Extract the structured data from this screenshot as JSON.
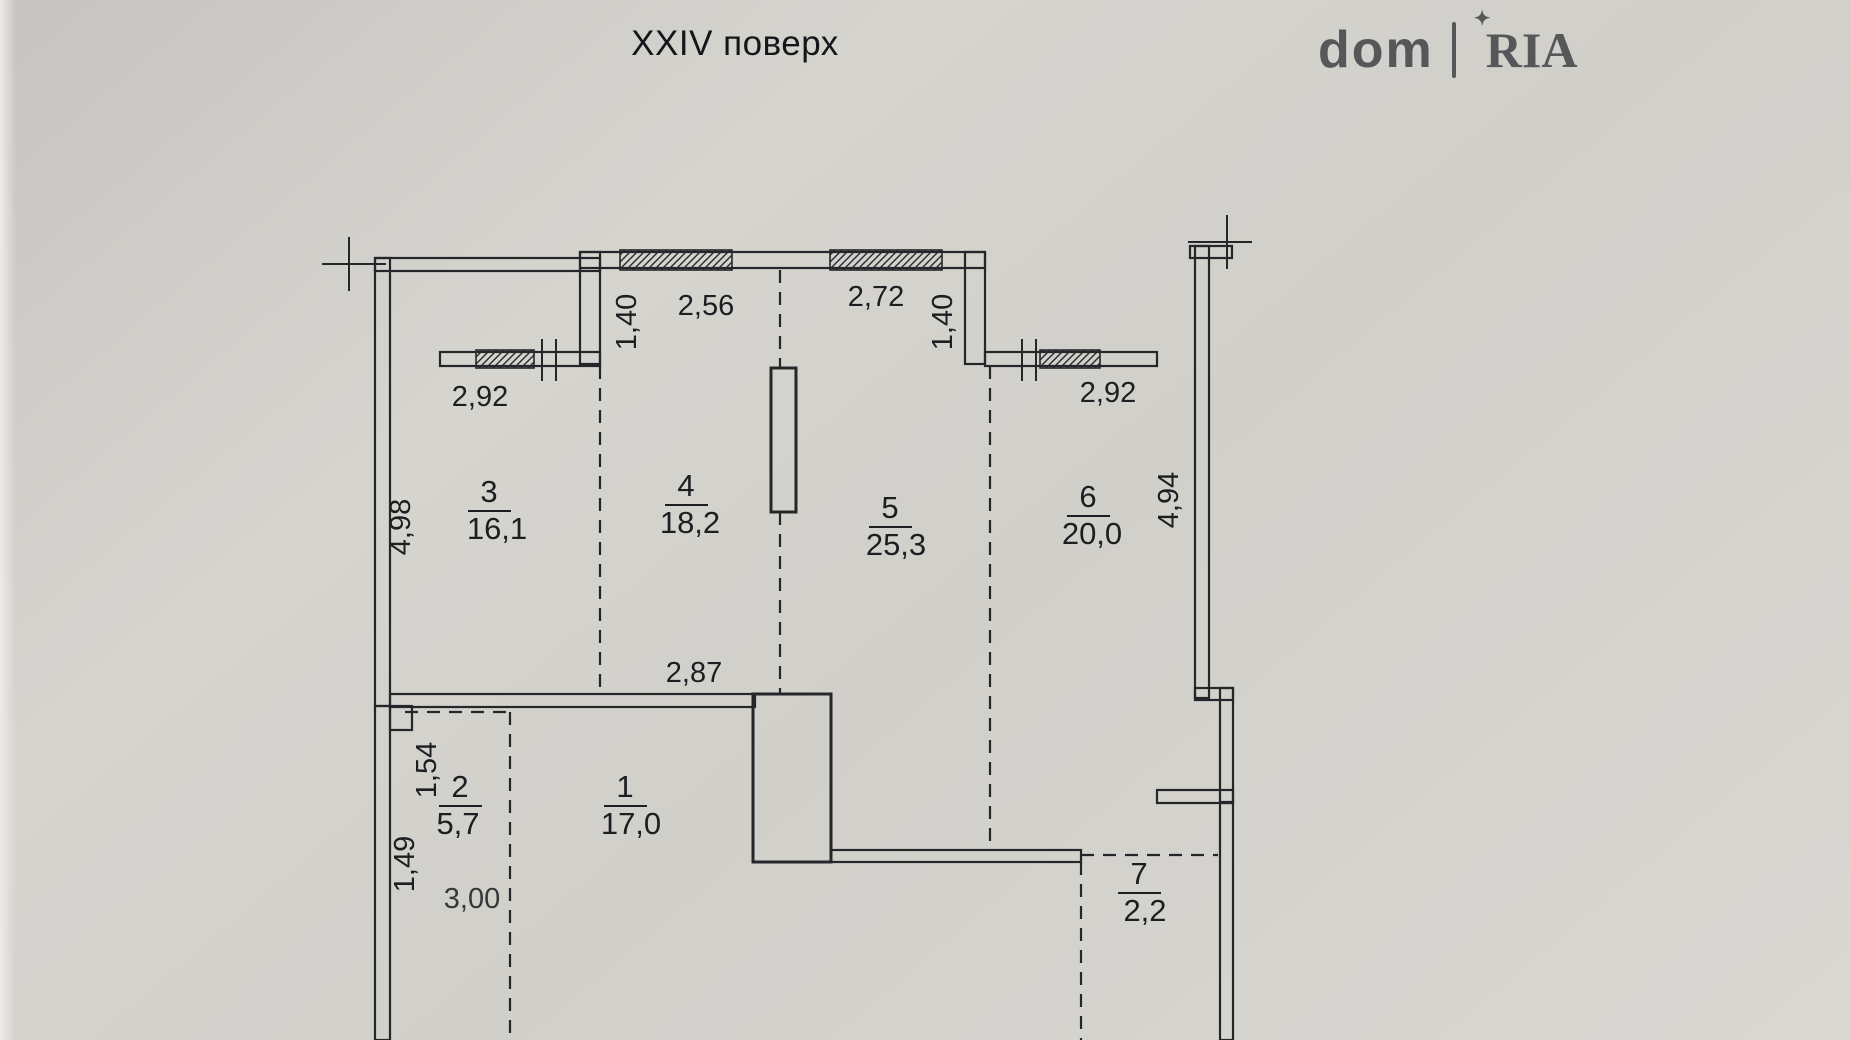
{
  "page": {
    "title": "XXIV поверх"
  },
  "watermark": {
    "dom": "dom",
    "ria": "RIA",
    "star": "✦"
  },
  "plan": {
    "rooms": [
      {
        "number": "3",
        "area": "16,1"
      },
      {
        "number": "4",
        "area": "18,2"
      },
      {
        "number": "5",
        "area": "25,3"
      },
      {
        "number": "6",
        "area": "20,0"
      },
      {
        "number": "2",
        "area": "5,7"
      },
      {
        "number": "1",
        "area": "17,0"
      },
      {
        "number": "7",
        "area": "2,2"
      }
    ],
    "dimensions": {
      "bay_left_width": "2,56",
      "bay_right_width": "2,72",
      "bay_left_depth": "1,40",
      "bay_right_depth": "1,40",
      "left_window_width": "2,92",
      "right_window_width": "2,92",
      "left_wall_height": "4,98",
      "right_wall_height": "4,94",
      "mid_wall_width": "2,87",
      "room2_upper_height": "1,54",
      "room2_lower_height": "1,49",
      "bottom_width": "3,00"
    },
    "colors": {
      "line": "#26262a",
      "paper": "#d5d3ce",
      "watermark": "#4d4d51"
    }
  }
}
